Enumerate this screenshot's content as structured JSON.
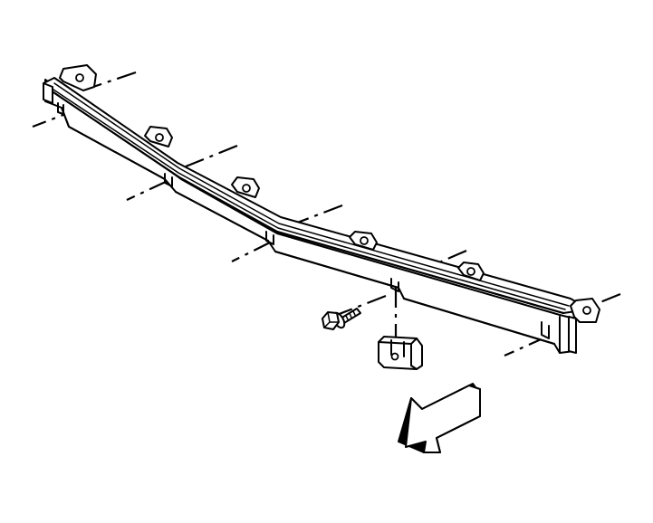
{
  "diagram": {
    "components": [
      {
        "id": "support-rail",
        "icon": "bracket-rail-icon"
      },
      {
        "id": "bolt",
        "icon": "bolt-icon"
      },
      {
        "id": "clip-nut",
        "icon": "nut-icon"
      },
      {
        "id": "direction-arrow",
        "icon": "arrow-icon"
      }
    ],
    "colors": {
      "stroke": "#000000",
      "fill": "#ffffff",
      "arrow_fill": "#000000"
    }
  }
}
